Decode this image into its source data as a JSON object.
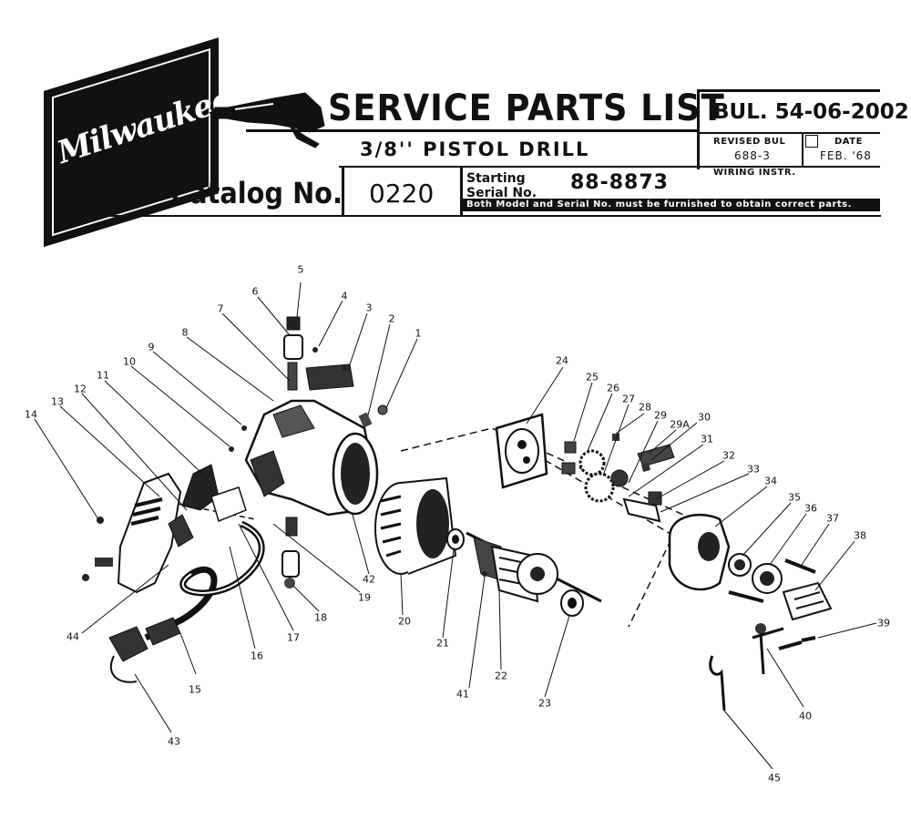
{
  "header": {
    "brand": "Milwaukee",
    "title": "SERVICE PARTS LIST",
    "product": "3/8'' PISTOL DRILL",
    "catalog_label": "Catalog No.",
    "catalog_number": "0220",
    "serial_label_1": "Starting",
    "serial_label_2": "Serial No.",
    "serial_number": "88-8873",
    "notice": "Both Model and Serial No. must be furnished to obtain correct parts.",
    "bulletin": "BUL. 54-06-2002",
    "revised_label": "REVISED BUL",
    "revised_value": "688-3",
    "date_label": "DATE",
    "date_value": "FEB. '68",
    "wiring_label": "WIRING INSTR."
  },
  "callouts": [
    "1",
    "2",
    "3",
    "4",
    "5",
    "6",
    "7",
    "8",
    "9",
    "10",
    "11",
    "12",
    "13",
    "14",
    "15",
    "16",
    "17",
    "18",
    "19",
    "20",
    "21",
    "22",
    "23",
    "24",
    "25",
    "26",
    "27",
    "28",
    "29",
    "29A",
    "30",
    "31",
    "32",
    "33",
    "34",
    "35",
    "36",
    "37",
    "38",
    "39",
    "40",
    "41",
    "42",
    "43",
    "44",
    "45"
  ]
}
